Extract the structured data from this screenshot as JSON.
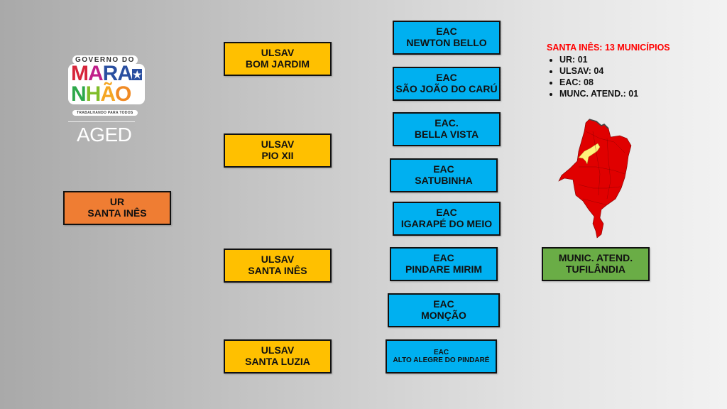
{
  "logo": {
    "top_text": "GOVERNO DO",
    "line1": [
      "M",
      "A",
      "R",
      "A"
    ],
    "line2": [
      "N",
      "H",
      "Ã",
      "O"
    ],
    "tagline": "TRABALHANDO PARA TODOS",
    "agency": "AGED"
  },
  "ur": {
    "lines": [
      "UR",
      "SANTA INÊS"
    ],
    "color": "#ef7d33"
  },
  "ulsav": [
    {
      "lines": [
        "ULSAV",
        "BOM JARDIM"
      ]
    },
    {
      "lines": [
        "ULSAV",
        "PIO XII"
      ]
    },
    {
      "lines": [
        "ULSAV",
        "SANTA INÊS"
      ]
    },
    {
      "lines": [
        "ULSAV",
        "SANTA LUZIA"
      ]
    }
  ],
  "eac": [
    {
      "lines": [
        "EAC",
        "NEWTON BELLO"
      ]
    },
    {
      "lines": [
        "EAC",
        "SÃO JOÃO DO CARÚ"
      ]
    },
    {
      "lines": [
        "EAC.",
        "BELLA VISTA"
      ]
    },
    {
      "lines": [
        "EAC",
        "SATUBINHA"
      ]
    },
    {
      "lines": [
        "EAC",
        "IGARAPÉ DO MEIO"
      ]
    },
    {
      "lines": [
        "EAC",
        "PINDARE MIRIM"
      ]
    },
    {
      "lines": [
        "EAC",
        "MONÇÃO"
      ]
    },
    {
      "lines": [
        "EAC",
        "ALTO ALEGRE DO PINDARÉ"
      ]
    }
  ],
  "summary": {
    "title": "SANTA INÊS: 13 MUNICÍPIOS",
    "items": [
      "UR: 01",
      "ULSAV: 04",
      "EAC: 08",
      "MUNC. ATEND.: 01"
    ],
    "title_color": "#ff0000"
  },
  "map": {
    "label": "Maranhão state map",
    "base_color": "#e00000",
    "highlight_color": "#fff27a"
  },
  "munic": {
    "lines": [
      "MUNIC. ATEND.",
      "TUFILÂNDIA"
    ],
    "color": "#6aad46"
  },
  "colors": {
    "ulsav": "#ffc000",
    "eac": "#00b0f0"
  }
}
